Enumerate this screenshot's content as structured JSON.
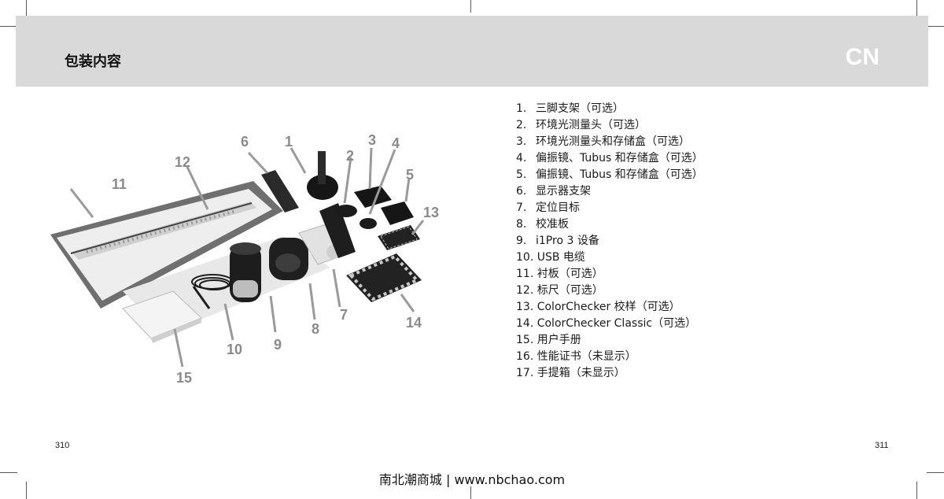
{
  "header": {
    "title": "包装内容",
    "language": "CN"
  },
  "contents": [
    {
      "num": "1.",
      "label": "三脚支架（可选）"
    },
    {
      "num": "2.",
      "label": "环境光测量头（可选）"
    },
    {
      "num": "3.",
      "label": "环境光测量头和存储盒（可选）"
    },
    {
      "num": "4.",
      "label": "偏振镜、Tubus 和存储盒（可选）"
    },
    {
      "num": "5.",
      "label": "偏振镜、Tubus 和存储盒（可选）"
    },
    {
      "num": "6.",
      "label": "显示器支架"
    },
    {
      "num": "7.",
      "label": "定位目标"
    },
    {
      "num": "8.",
      "label": "校准板"
    },
    {
      "num": "9.",
      "label": "i1Pro 3 设备"
    },
    {
      "num": "10.",
      "label": "USB 电缆"
    },
    {
      "num": "11.",
      "label": "衬板（可选）"
    },
    {
      "num": "12.",
      "label": "标尺（可选）"
    },
    {
      "num": "13.",
      "label": "ColorChecker 校样（可选）"
    },
    {
      "num": "14.",
      "label": "ColorChecker Classic（可选）"
    },
    {
      "num": "15.",
      "label": "用户手册"
    },
    {
      "num": "16.",
      "label": "性能证书（未显示）"
    },
    {
      "num": "17.",
      "label": "手提箱（未显示）"
    }
  ],
  "figure_callouts": [
    "1",
    "2",
    "3",
    "4",
    "5",
    "6",
    "7",
    "8",
    "9",
    "10",
    "11",
    "12",
    "13",
    "14",
    "15"
  ],
  "pages": {
    "left": "310",
    "right": "311"
  },
  "footer": {
    "text": "南北潮商城 | www.nbchao.com"
  },
  "colors": {
    "header_bg": "#d9d9d9",
    "callout": "#8a8a8a",
    "text": "#1a1a1a"
  }
}
